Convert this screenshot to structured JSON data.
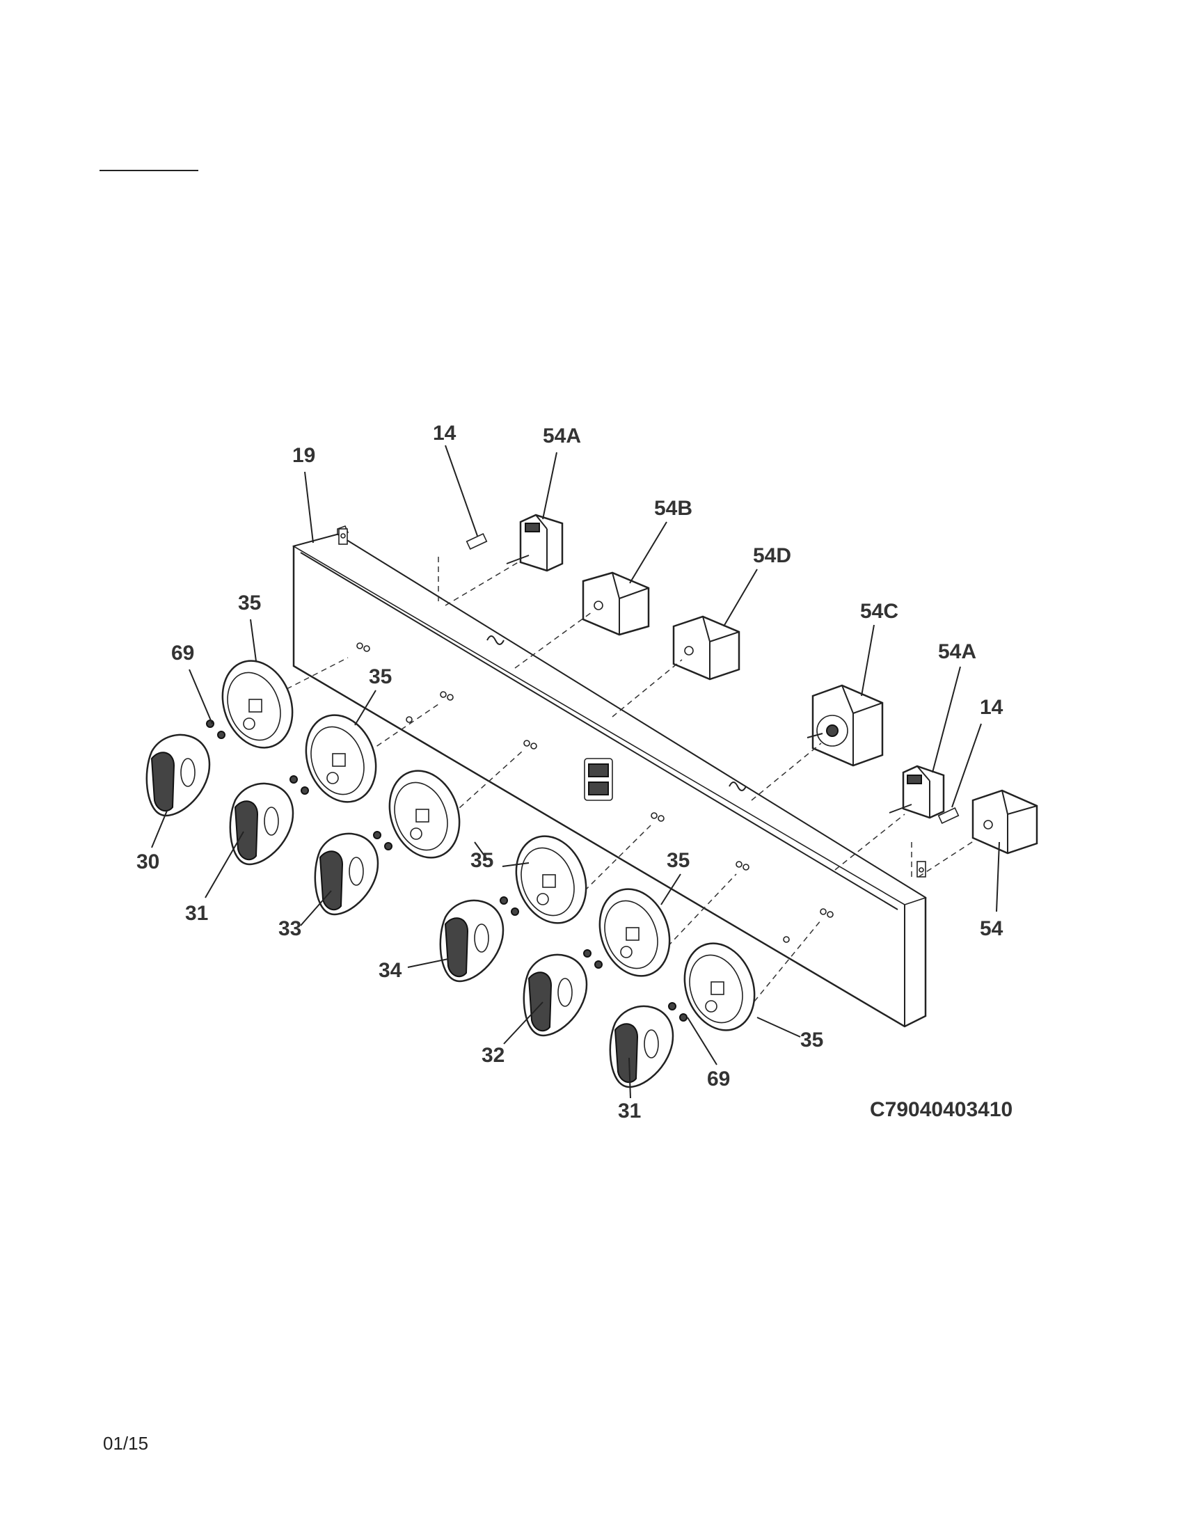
{
  "labels": {
    "l19": "19",
    "l14a": "14",
    "l54a_top": "54A",
    "l54b": "54B",
    "l54d": "54D",
    "l54c": "54C",
    "l54a_right": "54A",
    "l14b": "14",
    "l54": "54",
    "l35_1": "35",
    "l35_2": "35",
    "l35_3": "35",
    "l35_4": "35",
    "l35_5": "35",
    "l69_1": "69",
    "l69_2": "69",
    "l30": "30",
    "l31_1": "31",
    "l31_2": "31",
    "l33": "33",
    "l34": "34",
    "l32": "32"
  },
  "diagram_code": "C79040403410",
  "footer_date": "01/15"
}
